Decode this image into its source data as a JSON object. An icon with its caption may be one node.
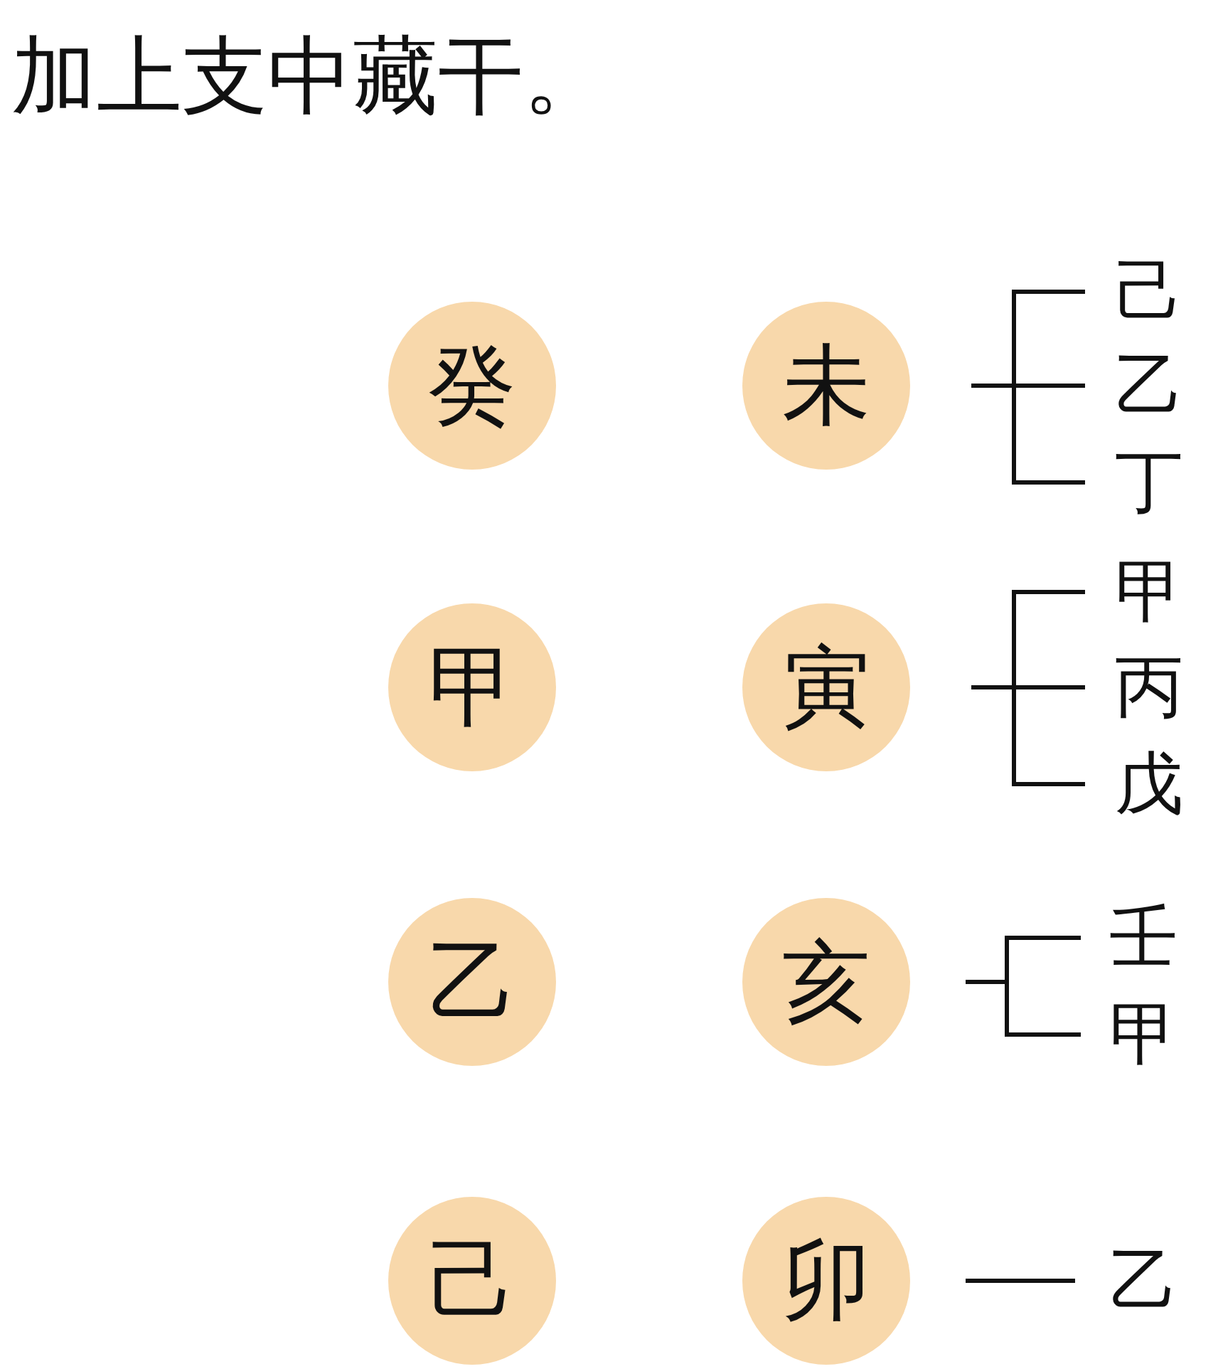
{
  "diagram": {
    "title": "加上支中藏干。",
    "nodes": [
      {
        "text": [
          "癸"
        ]
      },
      {
        "text": [
          "未"
        ]
      },
      {
        "text": [
          "己"
        ]
      },
      {
        "text": [
          "乙"
        ]
      },
      {
        "text": [
          "丁"
        ]
      },
      {
        "text": [
          "甲"
        ]
      },
      {
        "text": [
          "寅"
        ]
      },
      {
        "text": [
          "甲"
        ]
      },
      {
        "text": [
          "丙"
        ]
      },
      {
        "text": [
          "戊"
        ]
      },
      {
        "text": [
          "乙"
        ]
      },
      {
        "text": [
          "亥"
        ]
      },
      {
        "text": [
          "壬"
        ]
      },
      {
        "text": [
          "甲"
        ]
      },
      {
        "text": [
          "己"
        ]
      },
      {
        "text": [
          "卯"
        ]
      },
      {
        "text": [
          "乙"
        ]
      }
    ],
    "edges": [
      {
        "from": 1,
        "to": 2,
        "arrow": "none"
      },
      {
        "from": 1,
        "to": 3,
        "arrow": "none"
      },
      {
        "from": 1,
        "to": 4,
        "arrow": "none"
      },
      {
        "from": 6,
        "to": 7,
        "arrow": "none"
      },
      {
        "from": 6,
        "to": 8,
        "arrow": "none"
      },
      {
        "from": 6,
        "to": 9,
        "arrow": "none"
      },
      {
        "from": 11,
        "to": 12,
        "arrow": "none"
      },
      {
        "from": 11,
        "to": 13,
        "arrow": "none"
      },
      {
        "from": 15,
        "to": 16,
        "arrow": "none"
      }
    ]
  }
}
